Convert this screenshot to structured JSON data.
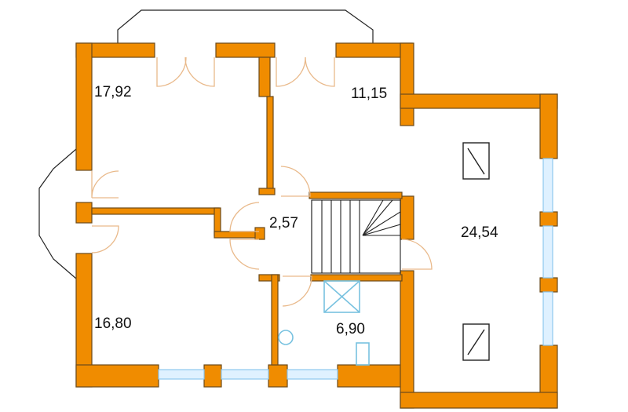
{
  "plan": {
    "rooms": [
      {
        "id": "bedroom-left-top",
        "area": "17,92"
      },
      {
        "id": "bedroom-right-top",
        "area": "11,15"
      },
      {
        "id": "hall",
        "area": "2,57"
      },
      {
        "id": "large-room",
        "area": "24,54"
      },
      {
        "id": "bedroom-left-bottom",
        "area": "16,80"
      },
      {
        "id": "bathroom",
        "area": "6,90"
      }
    ],
    "colors": {
      "wall": "#f08c00",
      "door": "#e9b98a",
      "window": "#8ec7ee"
    }
  }
}
